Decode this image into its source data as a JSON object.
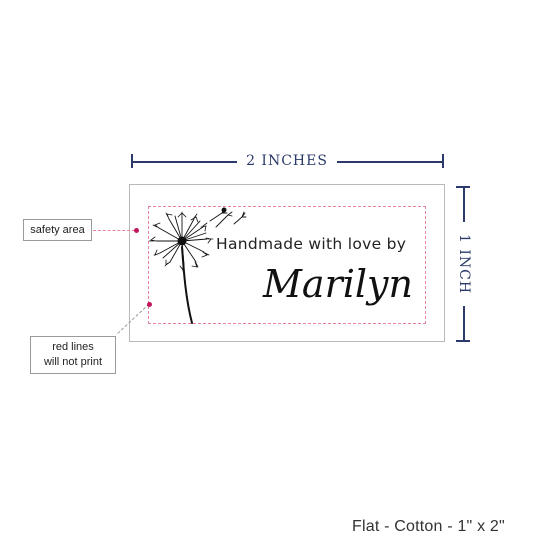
{
  "dimensions": {
    "width_label": "2 INCHES",
    "height_label": "1 INCH"
  },
  "label": {
    "line1": "Handmade with love by",
    "name": "Marilyn",
    "graphic": "dandelion-icon"
  },
  "callouts": {
    "safety_area": "safety area",
    "red_lines_1": "red lines",
    "red_lines_2": "will not print"
  },
  "footer": {
    "product": "Flat - Cotton - 1\" x 2\""
  },
  "colors": {
    "dimension": "#2b3a6b",
    "safety_line": "#e8849a",
    "callout_dot": "#c2185b"
  }
}
